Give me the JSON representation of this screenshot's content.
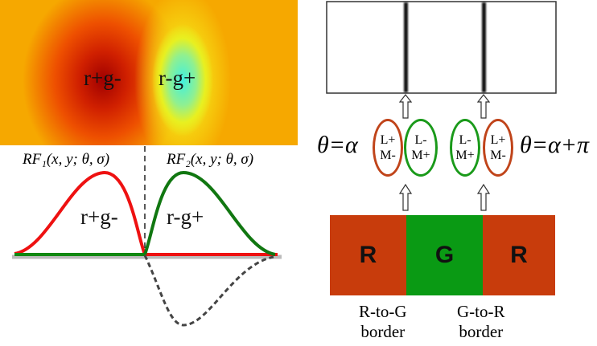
{
  "heatmap": {
    "left_label": "r+g-",
    "right_label": "r-g+"
  },
  "profile": {
    "rf1_label": "RF₁(x, y; θ, σ)",
    "rf2_label": "RF₂(x, y; θ, σ)",
    "left_label": "r+g-",
    "right_label": "r-g+"
  },
  "receptive_fields": {
    "theta_left": "θ=α",
    "theta_right": "θ=α+π",
    "cells": [
      {
        "text": "L+\nM-",
        "color": "#c0441a"
      },
      {
        "text": "L-\nM+",
        "color": "#1a9a1a"
      },
      {
        "text": "L-\nM+",
        "color": "#1a9a1a"
      },
      {
        "text": "L+\nM-",
        "color": "#c0441a"
      }
    ]
  },
  "stimulus": {
    "blocks": [
      {
        "label": "R",
        "color": "#c83c0c"
      },
      {
        "label": "G",
        "color": "#0a9a14"
      },
      {
        "label": "R",
        "color": "#c83c0c"
      }
    ],
    "border_left": "R-to-G\nborder",
    "border_right": "G-to-R\nborder"
  },
  "colors": {
    "red": "#ee1111",
    "green": "#117711"
  }
}
